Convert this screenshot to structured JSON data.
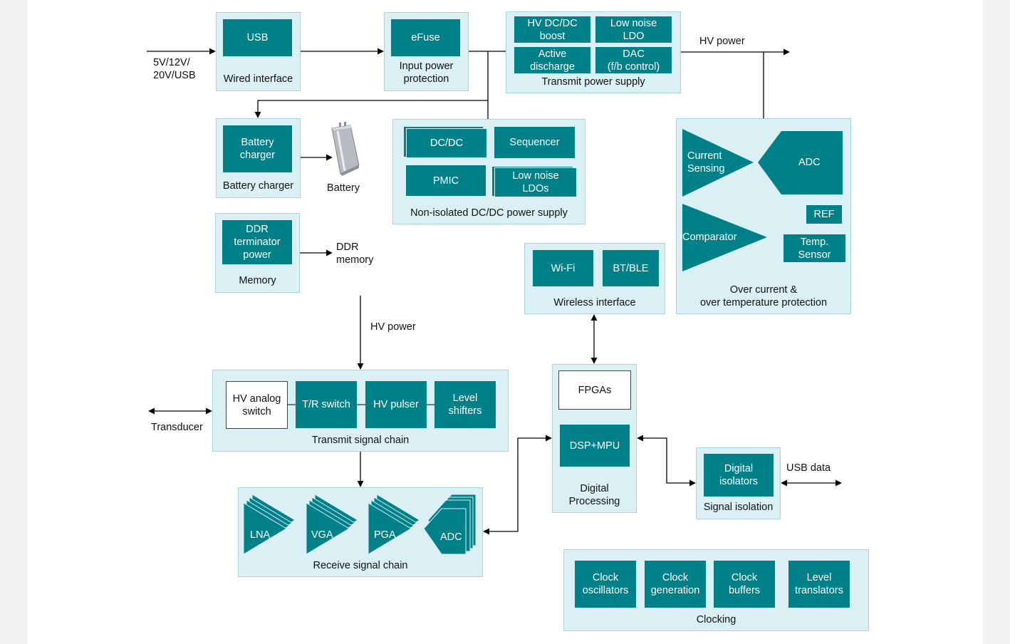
{
  "inputs": {
    "power_in": "5V/12V/\n20V/USB",
    "hv_power_top": "HV power",
    "hv_power_mid": "HV power",
    "ddr_memory": "DDR\nmemory",
    "battery": "Battery",
    "transducer": "Transducer",
    "usb_data": "USB data"
  },
  "wired": {
    "title": "Wired interface",
    "usb": "USB"
  },
  "efuse": {
    "title": "Input power\nprotection",
    "efuse": "eFuse"
  },
  "tx_supply": {
    "title": "Transmit power supply",
    "hv_boost": "HV DC/DC\nboost",
    "low_noise_ldo": "Low noise\nLDO",
    "active_discharge": "Active\ndischarge",
    "dac": "DAC\n(f/b control)"
  },
  "battery_charger": {
    "title": "Battery charger",
    "block": "Battery\ncharger"
  },
  "dcdc": {
    "title": "Non-isolated DC/DC power supply",
    "dcdc": "DC/DC",
    "sequencer": "Sequencer",
    "pmic": "PMIC",
    "ldos": "Low noise\nLDOs"
  },
  "protection": {
    "title": "Over current &\nover temperature protection",
    "current_sensing": "Current\nSensing",
    "adc": "ADC",
    "ref": "REF",
    "comparator": "Comparator",
    "temp_sensor": "Temp.\nSensor"
  },
  "memory": {
    "title": "Memory",
    "block": "DDR\nterminator\npower"
  },
  "wireless": {
    "title": "Wireless interface",
    "wifi": "Wi-Fi",
    "bt": "BT/BLE"
  },
  "tx_chain": {
    "title": "Transmit signal chain",
    "hv_switch": "HV analog\nswitch",
    "tr_switch": "T/R switch",
    "hv_pulser": "HV pulser",
    "level_shifters": "Level\nshifters"
  },
  "digital": {
    "title": "Digital\nProcessing",
    "fpgas": "FPGAs",
    "dsp": "DSP+MPU"
  },
  "isolation": {
    "title": "Signal isolation",
    "block": "Digital\nisolators"
  },
  "rx_chain": {
    "title": "Receive signal chain",
    "lna": "LNA",
    "vga": "VGA",
    "pga": "PGA",
    "adc": "ADC"
  },
  "clocking": {
    "title": "Clocking",
    "osc": "Clock\noscillators",
    "gen": "Clock\ngeneration",
    "buf": "Clock\nbuffers",
    "lvl": "Level\ntranslators"
  },
  "colors": {
    "block": "#00818a",
    "group_fill": "#daf0f4",
    "group_border": "#a9d4de"
  }
}
